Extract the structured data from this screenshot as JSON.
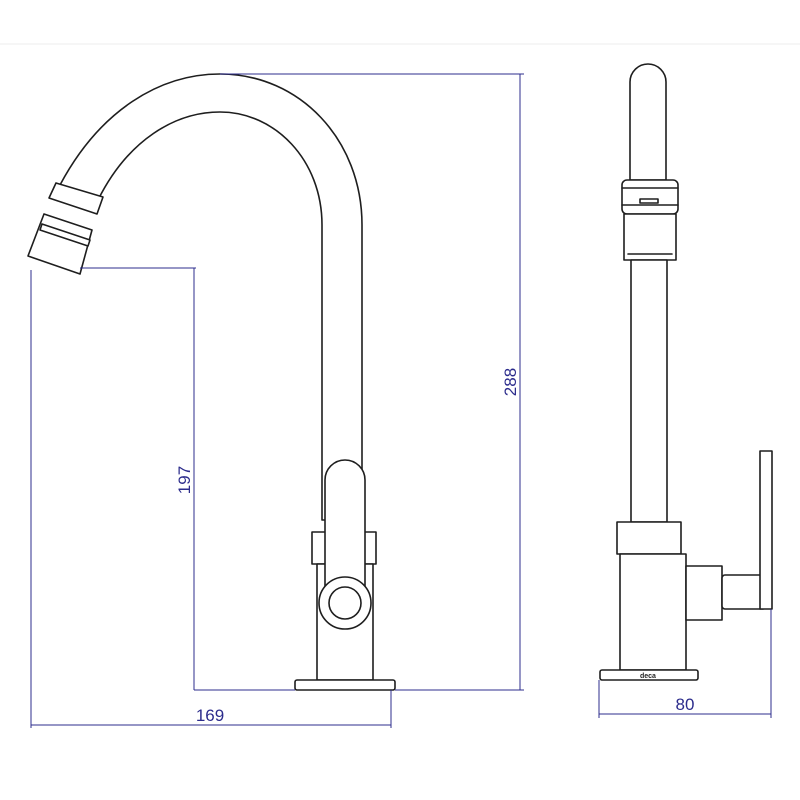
{
  "dimensions": {
    "width_front": "169",
    "height_spout": "197",
    "height_total": "288",
    "depth_side": "80"
  },
  "brand_mark": "deca",
  "colors": {
    "outline": "#1e1e1e",
    "dimension": "#2c2c8c",
    "background": "#ffffff"
  }
}
